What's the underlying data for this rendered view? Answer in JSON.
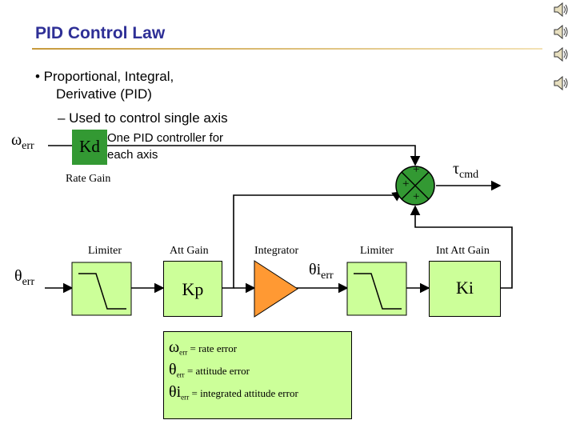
{
  "slide": {
    "title": "PID Control Law",
    "bullets": {
      "b1_line1": "• Proportional, Integral,",
      "b1_line2": "Derivative (PID)",
      "b2": "– Used to control single axis",
      "b3_line1": "One PID controller for",
      "b3_line2": "each axis"
    }
  },
  "diagram": {
    "inputs": {
      "rate_err_symbol": "ω",
      "rate_err_sub": "err",
      "att_err_symbol": "θ",
      "att_err_sub": "err"
    },
    "blocks": {
      "kd": "Kd",
      "kp": "Kp",
      "ki": "Ki"
    },
    "labels": {
      "rate_gain": "Rate Gain",
      "limiter_1": "Limiter",
      "att_gain": "Att Gain",
      "integrator": "Integrator",
      "limiter_2": "Limiter",
      "int_att_gain": "Int Att Gain",
      "ierr_symbol": "θi",
      "ierr_sub": "err",
      "output_symbol": "τ",
      "output_sub": "cmd"
    },
    "summer_signs": [
      "+",
      "+",
      "+"
    ],
    "legend": [
      {
        "symbol": "ω",
        "sub": "err",
        "text": " = rate error"
      },
      {
        "symbol": "θ",
        "sub": "err",
        "text": " = attitude error"
      },
      {
        "symbol": "θi",
        "sub": "err",
        "text": " = integrated attitude error"
      }
    ]
  },
  "colors": {
    "title": "#2e2f96",
    "block_fill": "#ccff99",
    "kd_fill": "#339933",
    "integrator_fill": "#ff9933"
  },
  "icons": [
    "speaker-icon",
    "speaker-icon",
    "speaker-icon",
    "speaker-icon"
  ]
}
